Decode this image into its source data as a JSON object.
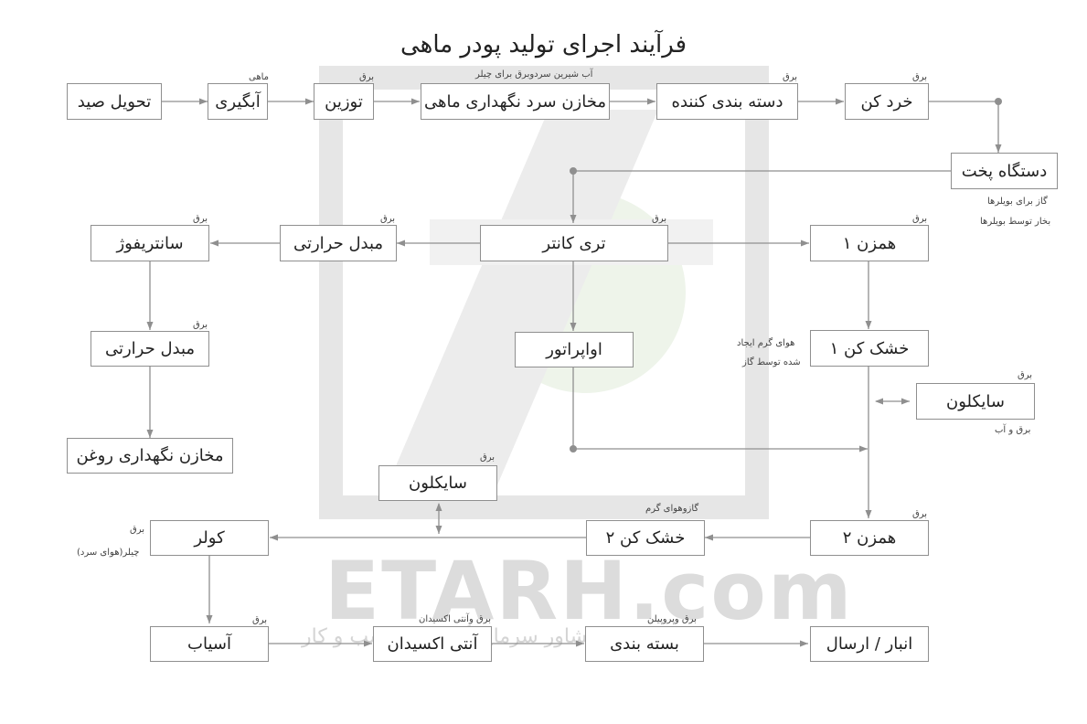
{
  "title": "فرآیند اجرای تولید پودر ماهی",
  "watermark": {
    "brand": "ETARH.com",
    "tagline": "مشاور سرمایه گذاری و کسب و کار"
  },
  "boxes": {
    "catch_delivery": "تحویل صید",
    "fish_dewatering": "آبگیری",
    "weighing": "توزین",
    "cold_storage": "مخازن سرد نگهداری ماهی",
    "grader": "دسته بندی کننده",
    "crusher": "خرد کن",
    "cooker": "دستگاه پخت",
    "tricanter": "تری کانتر",
    "heat_exchanger_1": "مبدل حرارتی",
    "centrifuge": "سانتریفوژ",
    "heat_exchanger_2": "مبدل حرارتی",
    "oil_storage": "مخازن نگهداری روغن",
    "evaporator": "اواپراتور",
    "mixer_1": "همزن ۱",
    "dryer_1": "خشک کن ۱",
    "cyclone_right": "سایکلون",
    "mixer_2": "همزن ۲",
    "dryer_2": "خشک کن ۲",
    "cyclone_mid": "سایکلون",
    "cooler": "کولر",
    "mill": "آسیاب",
    "antioxidant": "آنتی اکسیدان",
    "packaging": "بسته بندی",
    "warehouse": "انبار / ارسال"
  },
  "notes": {
    "fish": "ماهی",
    "power_weighing": "برق",
    "cold_storage_note": "آب شیرین سردوبرق برای چیلر",
    "power_grader": "برق",
    "power_crusher": "برق",
    "cooker_gas": "گاز برای بویلرها",
    "cooker_steam": "بخار توسط بویلرها",
    "power_centrifuge": "برق",
    "power_hx1": "برق",
    "power_tricanter": "برق",
    "power_mixer1": "برق",
    "power_hx2": "برق",
    "dryer1_air": "هوای گرم ایجاد",
    "dryer1_gas": "شده توسط گاز",
    "power_cyclone_right": "برق",
    "cyclone_right_utils": "برق و آب",
    "power_cyclone_mid": "برق",
    "dryer2_gas": "گازوهوای گرم",
    "power_mixer2": "برق",
    "power_cooler": "برق",
    "cooler_chiller": "چیلر(هوای سرد)",
    "power_mill": "برق",
    "antioxidant_note": "برق وآنتی اکسیدان",
    "packaging_note": "برق وپروپیلن"
  }
}
